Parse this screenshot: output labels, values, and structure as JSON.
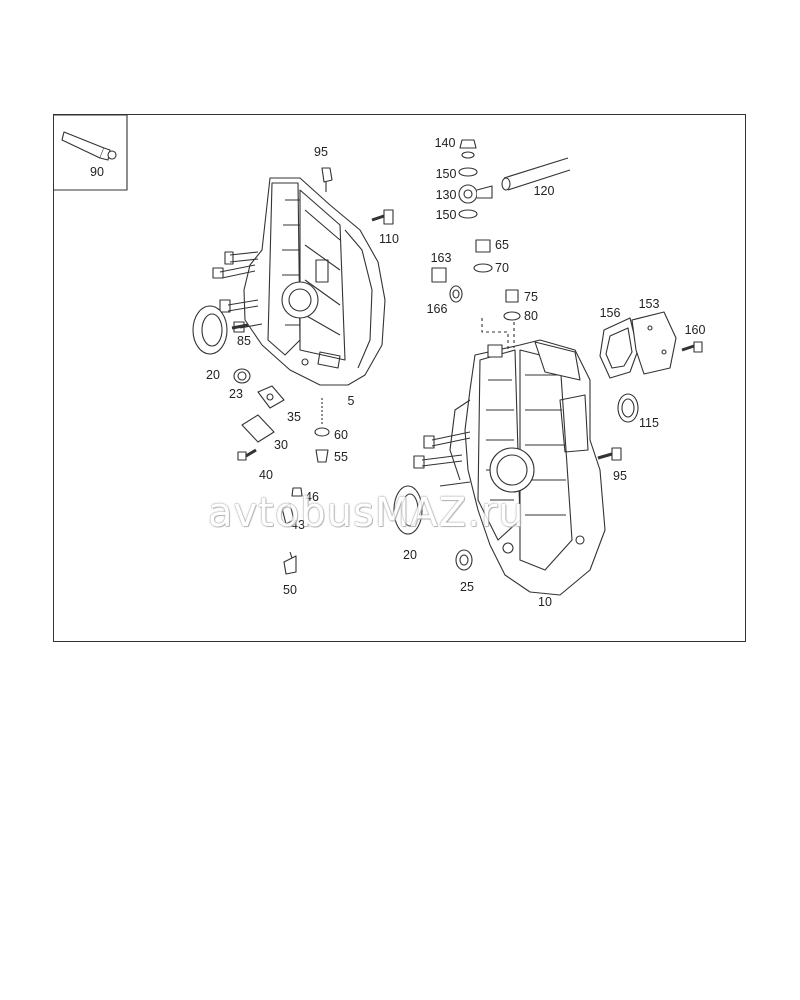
{
  "diagram": {
    "callouts": [
      {
        "id": "c90",
        "text": "90"
      },
      {
        "id": "c95a",
        "text": "95"
      },
      {
        "id": "c110",
        "text": "110"
      },
      {
        "id": "c85",
        "text": "85"
      },
      {
        "id": "c20a",
        "text": "20"
      },
      {
        "id": "c23",
        "text": "23"
      },
      {
        "id": "c35",
        "text": "35"
      },
      {
        "id": "c5",
        "text": "5"
      },
      {
        "id": "c30",
        "text": "30"
      },
      {
        "id": "c60",
        "text": "60"
      },
      {
        "id": "c40",
        "text": "40"
      },
      {
        "id": "c55",
        "text": "55"
      },
      {
        "id": "c46",
        "text": "46"
      },
      {
        "id": "c43",
        "text": "43"
      },
      {
        "id": "c50",
        "text": "50"
      },
      {
        "id": "c140",
        "text": "140"
      },
      {
        "id": "c150a",
        "text": "150"
      },
      {
        "id": "c130",
        "text": "130"
      },
      {
        "id": "c150b",
        "text": "150"
      },
      {
        "id": "c120",
        "text": "120"
      },
      {
        "id": "c163",
        "text": "163"
      },
      {
        "id": "c65",
        "text": "65"
      },
      {
        "id": "c70",
        "text": "70"
      },
      {
        "id": "c166",
        "text": "166"
      },
      {
        "id": "c75",
        "text": "75"
      },
      {
        "id": "c80",
        "text": "80"
      },
      {
        "id": "c156",
        "text": "156"
      },
      {
        "id": "c153",
        "text": "153"
      },
      {
        "id": "c160",
        "text": "160"
      },
      {
        "id": "c115",
        "text": "115"
      },
      {
        "id": "c95b",
        "text": "95"
      },
      {
        "id": "c20b",
        "text": "20"
      },
      {
        "id": "c25",
        "text": "25"
      },
      {
        "id": "c10",
        "text": "10"
      }
    ]
  },
  "watermark": {
    "text": "avtobusMAZ.ru"
  },
  "colors": {
    "line": "#333333",
    "fill": "#ffffff",
    "text": "#222222"
  }
}
